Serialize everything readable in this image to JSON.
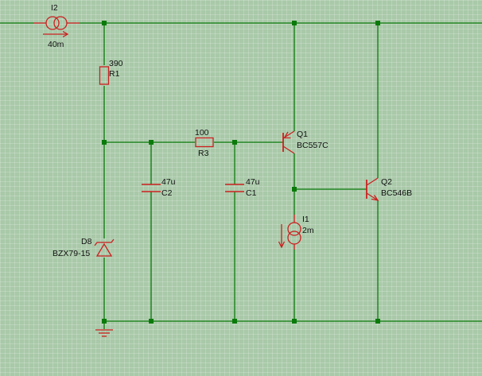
{
  "colors": {
    "background": "#a9c9a9",
    "wire": "#0a7a0a",
    "component": "#cc1f1f",
    "junction": "#0a7a0a",
    "text": "#111111"
  },
  "components": {
    "I2": {
      "ref": "I2",
      "value": "40m"
    },
    "R1": {
      "ref": "R1",
      "value": "390"
    },
    "R3": {
      "ref": "R3",
      "value": "100"
    },
    "C2": {
      "ref": "C2",
      "value": "47u"
    },
    "C1": {
      "ref": "C1",
      "value": "47u"
    },
    "Q1": {
      "ref": "Q1",
      "value": "BC557C"
    },
    "Q2": {
      "ref": "Q2",
      "value": "BC546B"
    },
    "I1": {
      "ref": "I1",
      "value": "2m"
    },
    "D8": {
      "ref": "D8",
      "value": "BZX79-15"
    }
  },
  "icons": {
    "ground": "ground-icon",
    "current_source": "current-source-icon",
    "resistor": "resistor-icon",
    "capacitor": "capacitor-icon",
    "pnp": "pnp-transistor-icon",
    "npn": "npn-transistor-icon",
    "zener": "zener-diode-icon"
  }
}
